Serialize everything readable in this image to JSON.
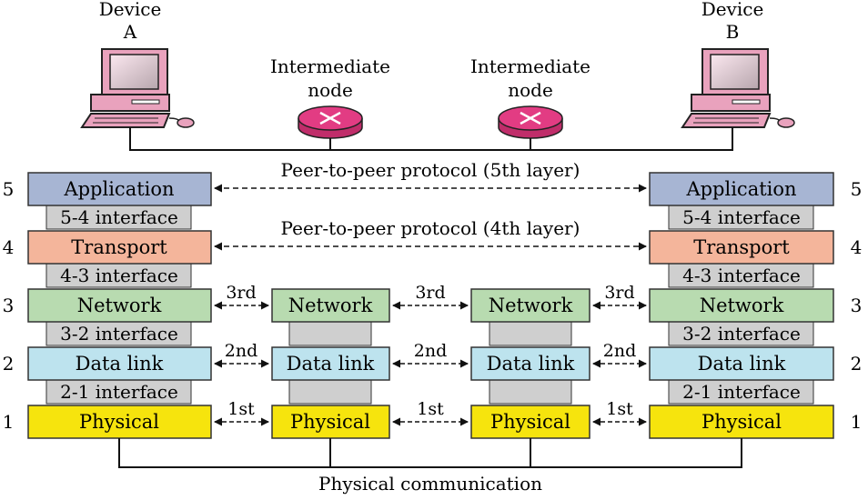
{
  "devices": {
    "a": [
      "Device",
      "A"
    ],
    "b": [
      "Device",
      "B"
    ]
  },
  "intermediate": {
    "label": [
      "Intermediate",
      "node"
    ]
  },
  "layer_numbers": [
    "5",
    "4",
    "3",
    "2",
    "1"
  ],
  "layers": {
    "application": "Application",
    "transport": "Transport",
    "network": "Network",
    "data_link": "Data link",
    "physical": "Physical"
  },
  "interfaces": [
    "5-4 interface",
    "4-3 interface",
    "3-2 interface",
    "2-1 interface"
  ],
  "protocols": {
    "layer5": "Peer-to-peer protocol (5th layer)",
    "layer4": "Peer-to-peer protocol (4th layer)",
    "hop_labels": [
      "3rd",
      "2nd",
      "1st"
    ]
  },
  "bottom_label": "Physical communication",
  "colors": {
    "application": "#a7b5d3",
    "transport": "#f4b59b",
    "network": "#b8dbb0",
    "data_link": "#bde3ee",
    "physical": "#f6e40d",
    "interface": "#cfcfcf",
    "router": "#e23c83",
    "computer_case": "#e9a2bd"
  },
  "icons": {
    "computer": "desktop-computer-icon",
    "router": "router-icon"
  }
}
